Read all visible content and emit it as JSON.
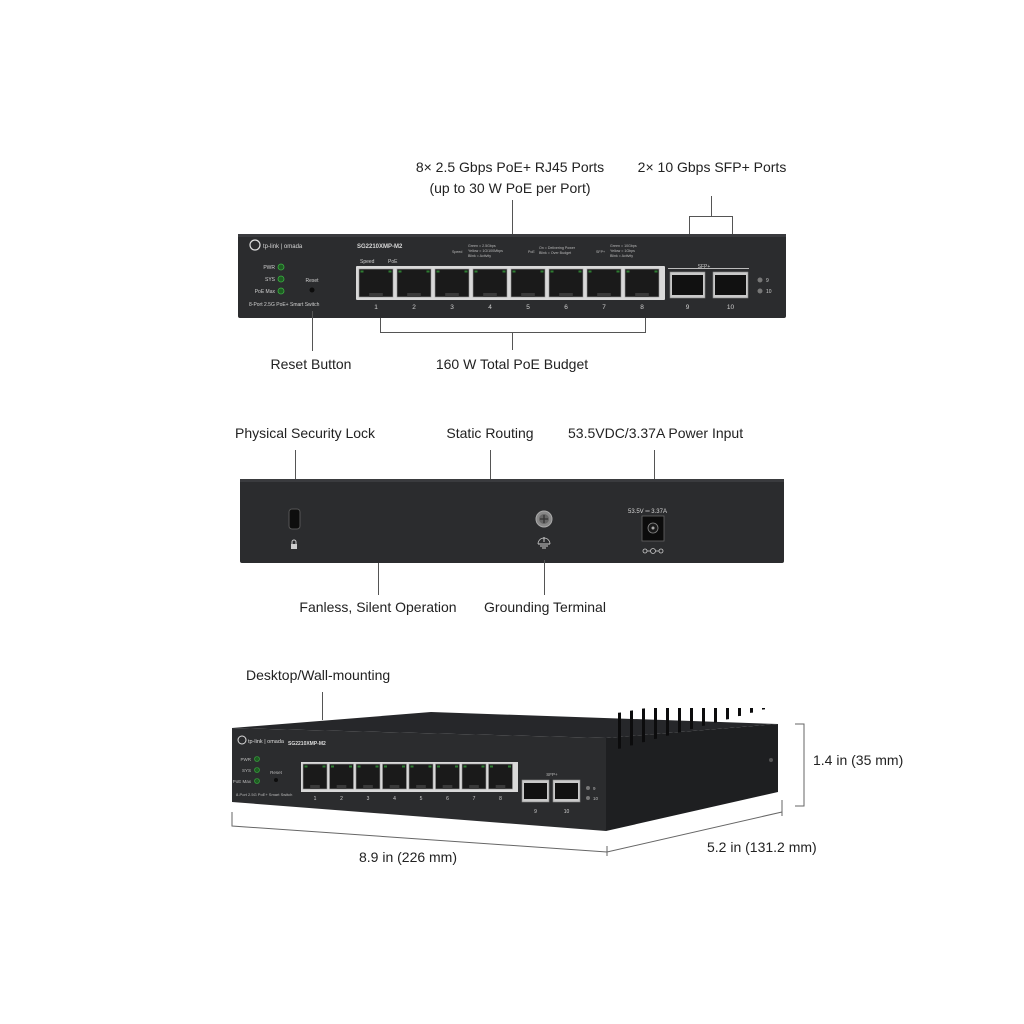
{
  "front_view": {
    "brand": "tp-link | omada",
    "model": "SG2210XMP-M2",
    "subtitle": "8-Port 2.5G PoE+ Smart Switch",
    "leds": [
      "PWR",
      "SYS",
      "PoE Max"
    ],
    "reset_label": "Reset",
    "speed_label": "Speed",
    "poe_label": "PoE",
    "speed_legend": [
      "Green = 2.5Gbps",
      "Yellow = 1G/100Mbps",
      "Blink = Activity"
    ],
    "poe_legend": [
      "On = Delivering Power",
      "Blink = Over Budget"
    ],
    "sfp_legend": [
      "Green = 10Gbps",
      "Yellow = 1Gbps",
      "Blink = Activity"
    ],
    "speed_tag": "Speed",
    "poe_tag": "PoE",
    "sfp_tag": "SFP+",
    "sfp_header": "SFP+",
    "rj45_ports": [
      "1",
      "2",
      "3",
      "4",
      "5",
      "6",
      "7",
      "8"
    ],
    "sfp_ports": [
      "9",
      "10"
    ],
    "sfp_leds": [
      "9",
      "10"
    ]
  },
  "rear_view": {
    "power_rating": "53.5V ═ 3.37A"
  },
  "callouts": {
    "rj45_ports_line1": "8× 2.5 Gbps PoE+ RJ45 Ports",
    "rj45_ports_line2": "(up to 30 W PoE per Port)",
    "sfp_ports": "2× 10 Gbps SFP+ Ports",
    "reset_button": "Reset Button",
    "poe_budget": "160 W Total PoE Budget",
    "security_lock": "Physical Security Lock",
    "static_routing": "Static Routing",
    "power_input": "53.5VDC/3.37A Power Input",
    "fanless": "Fanless, Silent Operation",
    "grounding": "Grounding Terminal",
    "mounting": "Desktop/Wall-mounting",
    "height": "1.4 in (35 mm)",
    "width": "8.9 in (226 mm)",
    "depth": "5.2 in (131.2 mm)"
  },
  "colors": {
    "chassis": "#2b2c2e",
    "chassis_dark": "#1c1d1f",
    "port_green": "#2e7d32",
    "led_green": "#3cb043"
  }
}
